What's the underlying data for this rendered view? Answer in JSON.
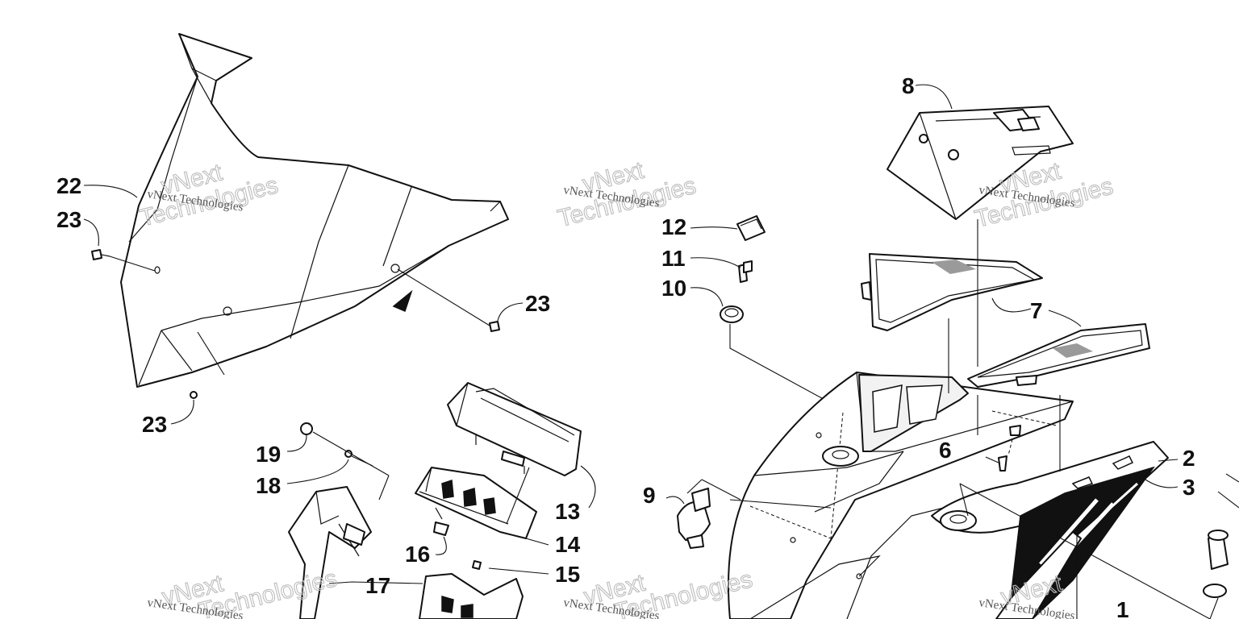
{
  "callouts": {
    "c1": "1",
    "c2": "2",
    "c3": "3",
    "c6": "6",
    "c7": "7",
    "c8": "8",
    "c9": "9",
    "c10": "10",
    "c11": "11",
    "c12": "12",
    "c13": "13",
    "c14": "14",
    "c15": "15",
    "c16": "16",
    "c17": "17",
    "c18": "18",
    "c19": "19",
    "c22": "22",
    "c23a": "23",
    "c23b": "23",
    "c23c": "23"
  },
  "watermark": {
    "company": "vNext Technologies",
    "brand_top": "vNext",
    "brand_bottom": "Technologies"
  }
}
